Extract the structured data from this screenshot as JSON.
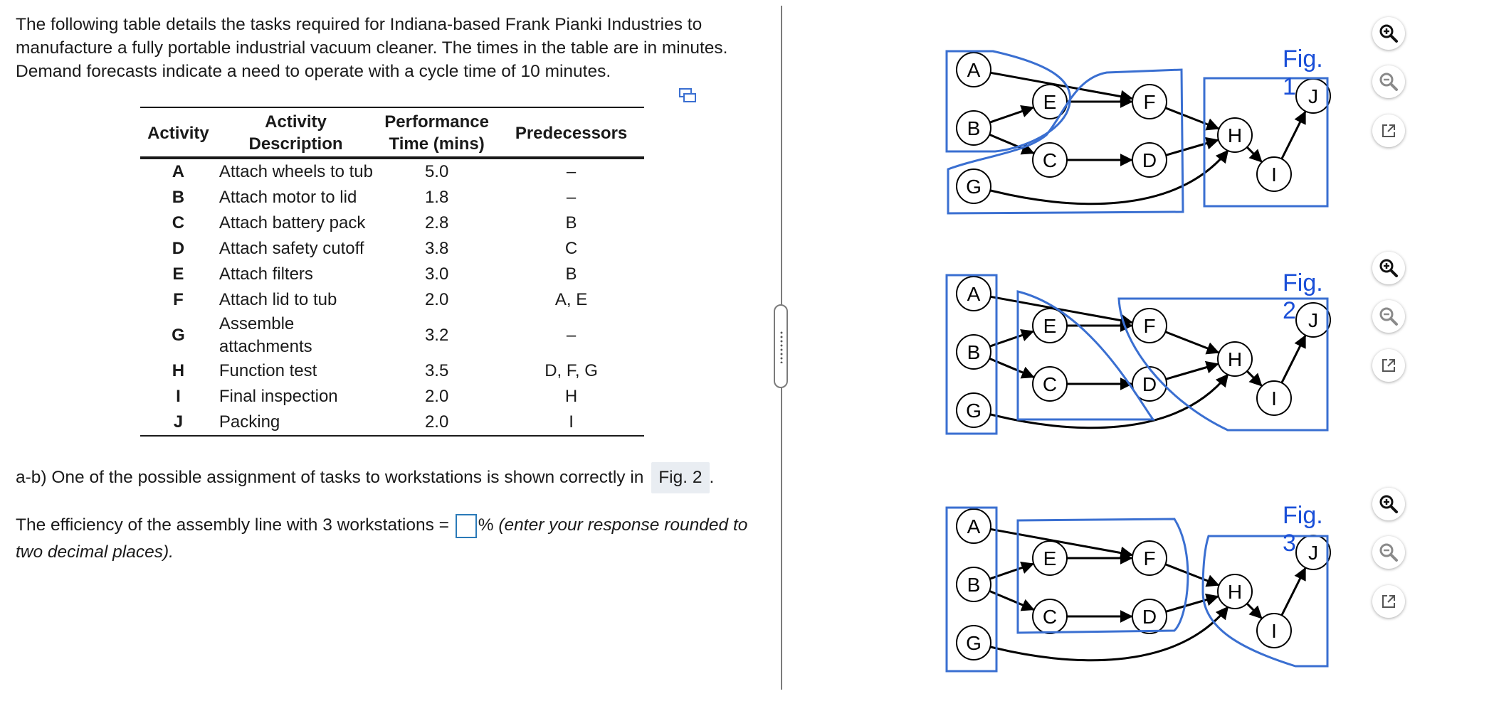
{
  "intro": "The following table details the tasks required for Indiana-based Frank Pianki Industries to manufacture a fully portable industrial vacuum cleaner. The times in the table are in minutes. Demand forecasts indicate a need to operate with a cycle time of 10 minutes.",
  "table": {
    "headers": {
      "activity": "Activity",
      "description": "Activity Description",
      "time_line1": "Performance",
      "time_line2": "Time (mins)",
      "predecessors": "Predecessors"
    },
    "rows": [
      {
        "activity": "A",
        "description": "Attach wheels to tub",
        "time": "5.0",
        "pred": "–"
      },
      {
        "activity": "B",
        "description": "Attach motor to lid",
        "time": "1.8",
        "pred": "–"
      },
      {
        "activity": "C",
        "description": "Attach battery pack",
        "time": "2.8",
        "pred": "B"
      },
      {
        "activity": "D",
        "description": "Attach safety cutoff",
        "time": "3.8",
        "pred": "C"
      },
      {
        "activity": "E",
        "description": "Attach filters",
        "time": "3.0",
        "pred": "B"
      },
      {
        "activity": "F",
        "description": "Attach lid to tub",
        "time": "2.0",
        "pred": "A, E"
      },
      {
        "activity": "G",
        "description": "Assemble attachments",
        "time": "3.2",
        "pred": "–"
      },
      {
        "activity": "H",
        "description": "Function test",
        "time": "3.5",
        "pred": "D, F, G"
      },
      {
        "activity": "I",
        "description": "Final inspection",
        "time": "2.0",
        "pred": "H"
      },
      {
        "activity": "J",
        "description": "Packing",
        "time": "2.0",
        "pred": "I"
      }
    ]
  },
  "question": {
    "ab_text": "a-b) One of the possible assignment of tasks to workstations is shown correctly in",
    "ab_answer": "Fig. 2",
    "ab_end": ".",
    "eff_before": "The efficiency of the assembly line with 3 workstations =",
    "eff_input_value": "",
    "eff_unit": "%",
    "eff_hint": "(enter your response rounded to two decimal places)."
  },
  "figures": [
    {
      "label": "Fig. 1"
    },
    {
      "label": "Fig. 2"
    },
    {
      "label": "Fig. 3"
    }
  ],
  "nodes": [
    "A",
    "B",
    "C",
    "D",
    "E",
    "F",
    "G",
    "H",
    "I",
    "J"
  ],
  "tools": [
    "zoom-in-icon",
    "zoom-out-icon",
    "open-external-icon"
  ],
  "colors": {
    "accent": "#3a6fd1",
    "label": "#1a4fd8",
    "ink": "#000000"
  }
}
